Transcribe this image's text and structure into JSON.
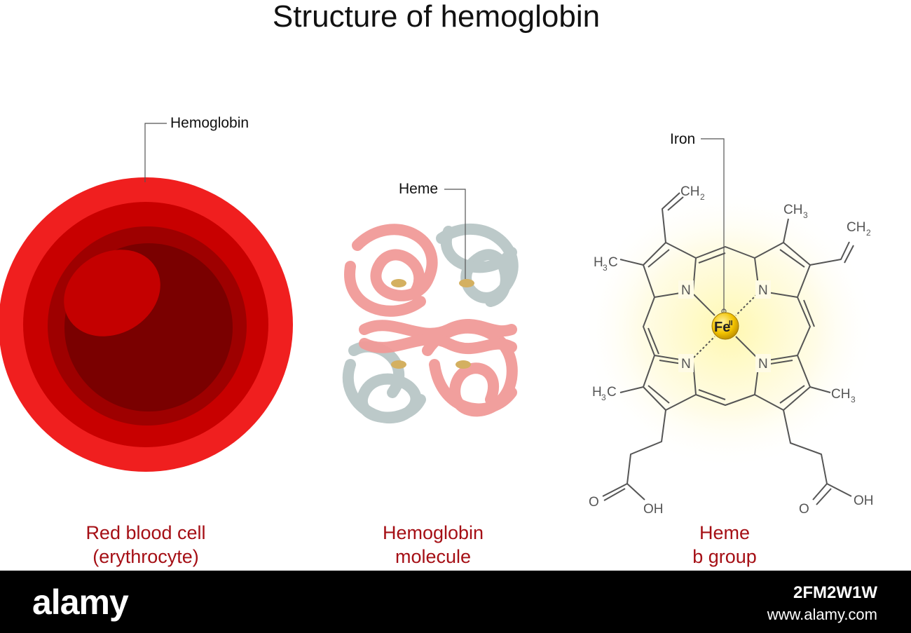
{
  "title": "Structure of hemoglobin",
  "labels": {
    "hemoglobin": "Hemoglobin",
    "heme": "Heme",
    "iron": "Iron"
  },
  "captions": {
    "rbc_line1": "Red blood cell",
    "rbc_line2": "(erythrocyte)",
    "molecule_line1": "Hemoglobin",
    "molecule_line2": "molecule",
    "heme_line1": "Heme",
    "heme_line2": "b group"
  },
  "chem": {
    "fe": "Fe",
    "fe_ox": "II",
    "n": "N",
    "ch2": "CH",
    "ch3": "CH",
    "h3c_h": "H",
    "h3c_c": "C",
    "sub2": "2",
    "sub3": "3",
    "o": "O",
    "oh": "OH"
  },
  "footer": {
    "logo": "alamy",
    "code": "2FM2W1W",
    "site": "www.alamy.com"
  },
  "colors": {
    "cell_outer": "#e41a1c",
    "cell_inner": "#8b0000",
    "caption": "#a50f15",
    "strand_red": "#f19a98",
    "strand_grey": "#b9c7c7",
    "iron": "#e6b800"
  }
}
